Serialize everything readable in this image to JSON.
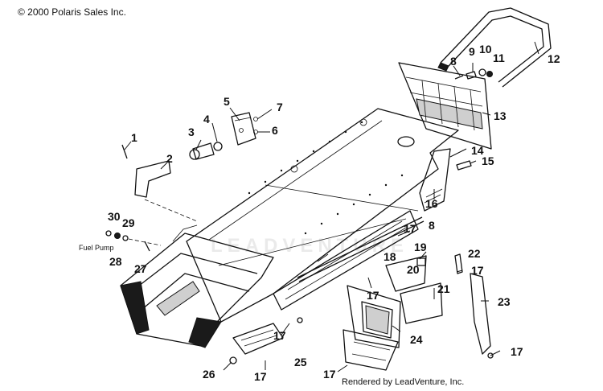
{
  "header": {
    "copyright": "© 2000 Polaris Sales Inc."
  },
  "footer": {
    "credit": "Rendered by LeadVenture, Inc."
  },
  "watermark": "LEADVENTURE",
  "annotations": {
    "fuel_pump": "Fuel Pump"
  },
  "callouts": [
    "1",
    "2",
    "3",
    "4",
    "5",
    "6",
    "7",
    "8",
    "9",
    "10",
    "11",
    "12",
    "13",
    "14",
    "15",
    "16",
    "8",
    "17",
    "18",
    "19",
    "20",
    "21",
    "22",
    "17",
    "23",
    "24",
    "17",
    "25",
    "17",
    "26",
    "17",
    "17",
    "30",
    "29",
    "28",
    "27",
    "17"
  ],
  "colors": {
    "ink": "#111111",
    "background": "#ffffff"
  }
}
